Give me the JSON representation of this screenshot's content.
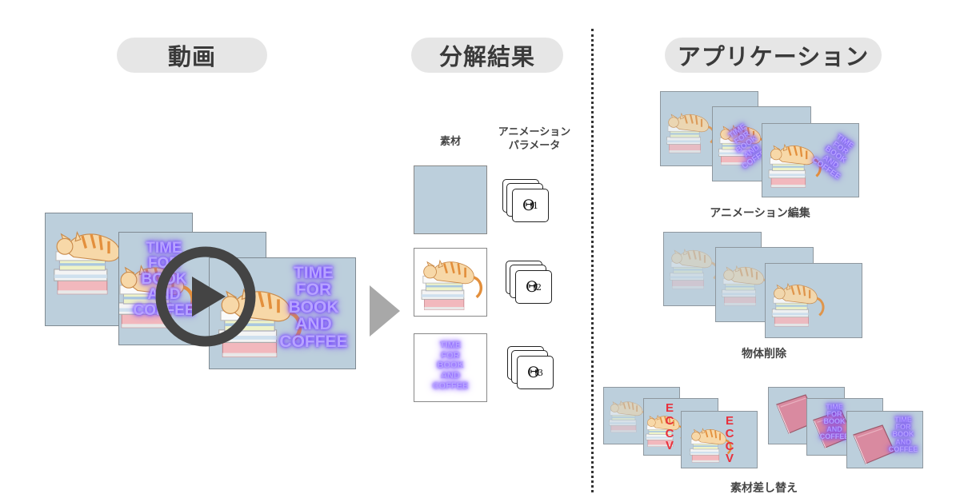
{
  "headers": {
    "video": "動画",
    "decomposition": "分解結果",
    "applications": "アプリケーション"
  },
  "columns": {
    "material": "素材",
    "anim_params_line1": "アニメーション",
    "anim_params_line2": "パラメータ"
  },
  "neon_text": {
    "w1": "TIME",
    "w2": "FOR",
    "w3": "BOOK",
    "w4": "AND",
    "w5": "COFFEE"
  },
  "params": [
    {
      "symbol": "Θ",
      "sub": "1",
      "sup": "t"
    },
    {
      "symbol": "Θ",
      "sub": "2",
      "sup": "t"
    },
    {
      "symbol": "Θ",
      "sub": "3",
      "sup": "t"
    }
  ],
  "app_labels": {
    "animation_edit": "アニメーション編集",
    "object_removal": "物体削除",
    "material_swap": "素材差し替え"
  },
  "eccv": {
    "c1": "E",
    "c2": "C",
    "c3": "C",
    "c4": "V"
  },
  "colors": {
    "frame_bg": "#bccfdc",
    "pill_bg": "#e6e6e6",
    "neon": "#b7a4ff",
    "red_text": "#e8303c",
    "play_button": "#444444"
  },
  "icons": [
    "play-icon",
    "right-arrow-icon",
    "cat-on-books-illustration",
    "pink-book-illustration"
  ]
}
